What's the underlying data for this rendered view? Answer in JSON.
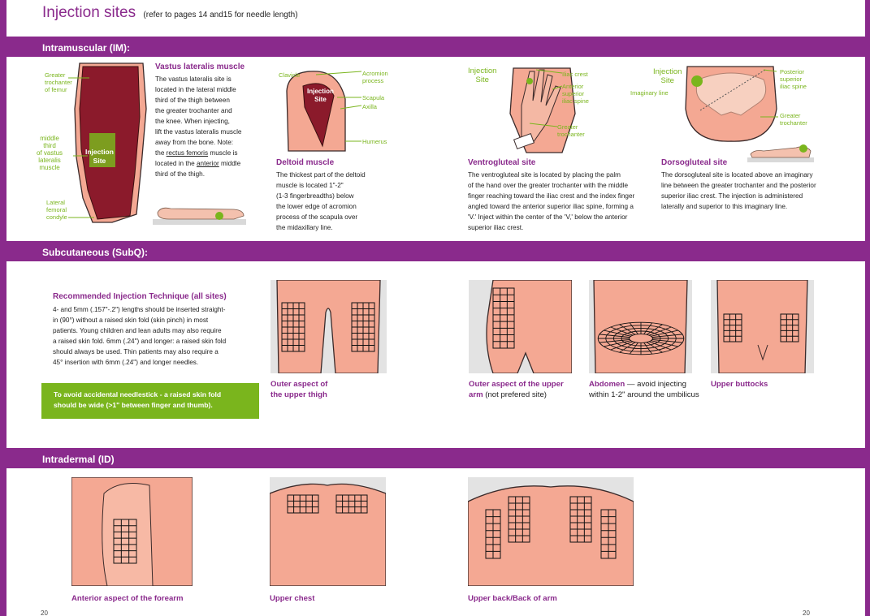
{
  "header": {
    "title": "Injection sites",
    "subtitle": "(refer to pages 14 and15 for needle length)"
  },
  "sections": {
    "im": "Intramuscular (IM):",
    "subq": "Subcutaneous (SubQ):",
    "id": "Intradermal (ID)"
  },
  "vastus": {
    "heading": "Vastus lateralis muscle",
    "body": [
      "The vastus lateralis site is",
      "located in the lateral middle",
      "third of the thigh between",
      "the greater trochanter and",
      "the knee. When injecting,",
      "lift the vastus lateralis muscle",
      "away from the bone. Note:"
    ],
    "note_pre": "the ",
    "note_link1": "rectus femoris",
    "note_mid": " muscle is",
    "note2_pre": "located in the ",
    "note_link2": "anterior",
    "note2_post": " middle",
    "note3": "third of the thigh.",
    "labels": {
      "greater_trochanter": [
        "Greater",
        "trochanter",
        "of femur"
      ],
      "middle_third": [
        "middle",
        "third",
        "of vastus",
        "lateralis",
        "muscle"
      ],
      "injection_site": [
        "Injection",
        "Site"
      ],
      "condyle": [
        "Lateral",
        "femoral",
        "condyle"
      ]
    }
  },
  "deltoid": {
    "heading": "Deltoid muscle",
    "body": [
      "The thickest part of the deltoid",
      "muscle is located 1\"-2\"",
      "(1-3 fingerbreadths) below",
      "the lower edge of acromion",
      "process of the scapula over",
      "the midaxillary line."
    ],
    "labels": {
      "clavicle": "Clavicle",
      "acromion": [
        "Acromion",
        "process"
      ],
      "scapula": "Scapula",
      "axilla": "Axilla",
      "humerus": "Humerus",
      "injection_site": [
        "Injection",
        "Site"
      ]
    }
  },
  "ventro": {
    "heading": "Ventrogluteal site",
    "body": [
      "The ventrogluteal site is located by placing the palm",
      "of the hand over the greater trochanter with the middle",
      "finger reaching toward the iliac crest and the index finger",
      "angled toward the anterior superior iliac spine, forming a",
      "'V.' Inject within the center of the 'V,' below the anterior",
      "superior iliac crest."
    ],
    "labels": {
      "injection_site": [
        "Injection",
        "Site"
      ],
      "iliac_crest": "Iliac crest",
      "anterior": [
        "Anterior",
        "superior",
        "iliac spine"
      ],
      "greater": [
        "Greater",
        "trochanter"
      ]
    }
  },
  "dorso": {
    "heading": "Dorsogluteal site",
    "body": [
      "The dorsogluteal site is located above an imaginary",
      "line between the greater trochanter and the posterior",
      "superior iliac crest. The injection is administered",
      "laterally and superior to this imaginary line."
    ],
    "labels": {
      "injection_site": [
        "Injection",
        "Site"
      ],
      "imaginary": "Imaginary line",
      "posterior": [
        "Posterior",
        "superior",
        "iliac spine"
      ],
      "greater": [
        "Greater",
        "trochanter"
      ]
    }
  },
  "subq": {
    "heading": "Recommended Injection Technique (all sites)",
    "body": [
      "4- and 5mm (.157\"-.2\") lengths should be inserted straight-",
      "in (90°) without a raised skin fold (skin pinch) in most",
      "patients. Young children and lean adults may also require",
      "a raised skin fold. 6mm (.24\") and longer: a raised skin fold",
      "should always be used. Thin patients may also require a",
      "45° insertion with 6mm (.24\") and longer needles."
    ],
    "callout": [
      "To avoid accidental needlestick - a raised skin fold",
      "should be wide (>1\" between finger and thumb)."
    ],
    "captions": {
      "thigh": [
        "Outer aspect of",
        "the upper thigh"
      ],
      "arm_bold": "Outer aspect of the upper",
      "arm_bold2": "arm",
      "arm_plain": " (not prefered site)",
      "abd_bold": "Abdomen",
      "abd_plain": " — avoid injecting",
      "abd_plain2": "within 1-2\" around the umbilicus",
      "buttocks": "Upper buttocks"
    }
  },
  "intradermal": {
    "captions": {
      "forearm": "Anterior aspect of the forearm",
      "chest": "Upper chest",
      "back": "Upper back/Back of arm"
    }
  },
  "page_numbers": {
    "left": "20",
    "right": "20"
  },
  "colors": {
    "accent": "#8a2a8c",
    "green": "#7ab51d",
    "skin": "#f4a893",
    "muscle": "#8b1a2b"
  }
}
